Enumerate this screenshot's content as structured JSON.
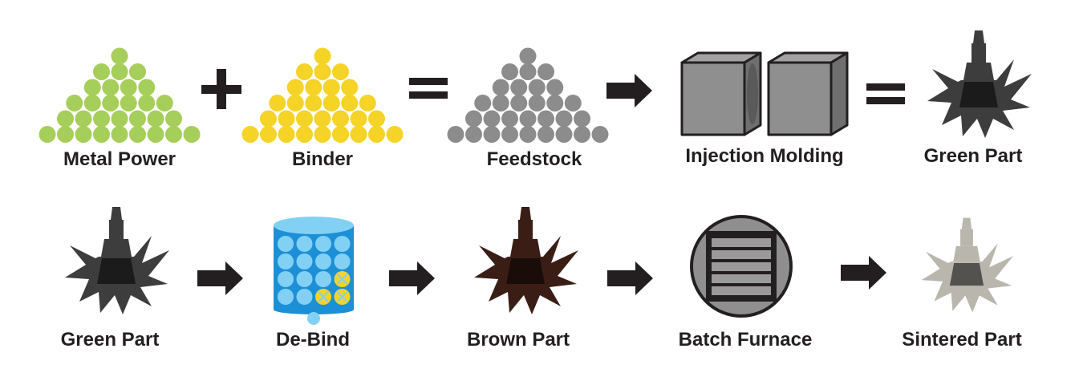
{
  "row1": {
    "metal_powder_label": "Metal Power",
    "binder_label": "Binder",
    "feedstock_label": "Feedstock",
    "injection_label": "Injection Molding",
    "green_part_label": "Green Part"
  },
  "row2": {
    "green_part_label": "Green Part",
    "debind_label": "De-Bind",
    "brown_part_label": "Brown Part",
    "batch_furnace_label": "Batch Furnace",
    "sintered_part_label": "Sintered Part"
  },
  "colors": {
    "metal_powder": "#a6ce5a",
    "binder": "#f5d327",
    "feedstock": "#8c8c8c",
    "operator": "#231f20",
    "mold": "#8f8f8f",
    "debind_tank": "#1d8fd6",
    "debind_fluid": "#82d1f5",
    "green_part": "#3d3d3d",
    "brown_part": "#3a1e16",
    "sintered_part": "#b9b6ad"
  },
  "icons": {
    "plus": "plus-icon",
    "equals": "equals-icon",
    "arrow": "arrow-right-icon",
    "mold": "injection-mold-icon",
    "tank": "debind-tank-icon",
    "furnace": "batch-furnace-icon",
    "impeller": "impeller-part-icon"
  }
}
